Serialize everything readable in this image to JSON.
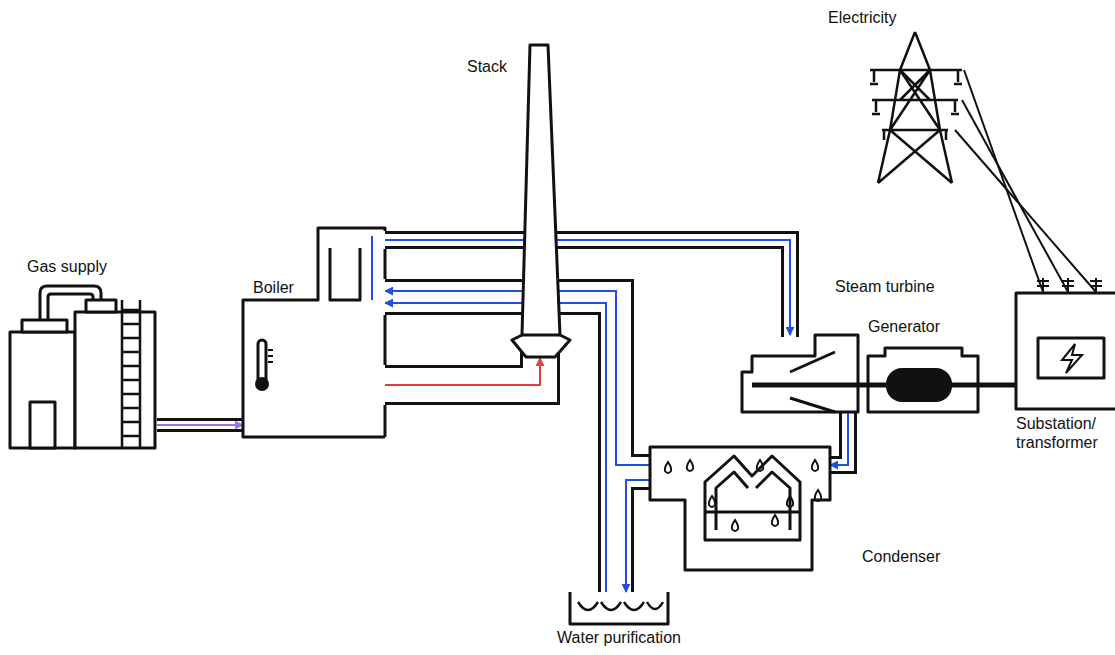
{
  "diagram": {
    "nodes": [
      {
        "text": [
          "Gas supply"
        ]
      },
      {
        "text": [
          "Boiler"
        ]
      },
      {
        "text": [
          "Stack"
        ]
      },
      {
        "text": [
          "Electricity"
        ]
      },
      {
        "text": [
          "Steam turbine"
        ]
      },
      {
        "text": [
          "Generator"
        ]
      },
      {
        "text": [
          "Substation/ transformer"
        ]
      },
      {
        "text": [
          "Condenser"
        ]
      },
      {
        "text": [
          "Water purification"
        ]
      }
    ],
    "edges": [
      {
        "from": 0,
        "to": 1,
        "arrow": "to"
      },
      {
        "from": 1,
        "to": 2,
        "arrow": "to"
      },
      {
        "from": 1,
        "to": 4,
        "arrow": "to"
      },
      {
        "from": 4,
        "to": 7,
        "arrow": "to"
      },
      {
        "from": 7,
        "to": 1,
        "arrow": "to"
      },
      {
        "from": 7,
        "to": 8,
        "arrow": "to"
      },
      {
        "from": 8,
        "to": 1,
        "arrow": "to"
      },
      {
        "from": 4,
        "to": 5,
        "arrow": "none"
      },
      {
        "from": 5,
        "to": 6,
        "arrow": "none"
      },
      {
        "from": 6,
        "to": 3,
        "arrow": "none"
      }
    ]
  }
}
